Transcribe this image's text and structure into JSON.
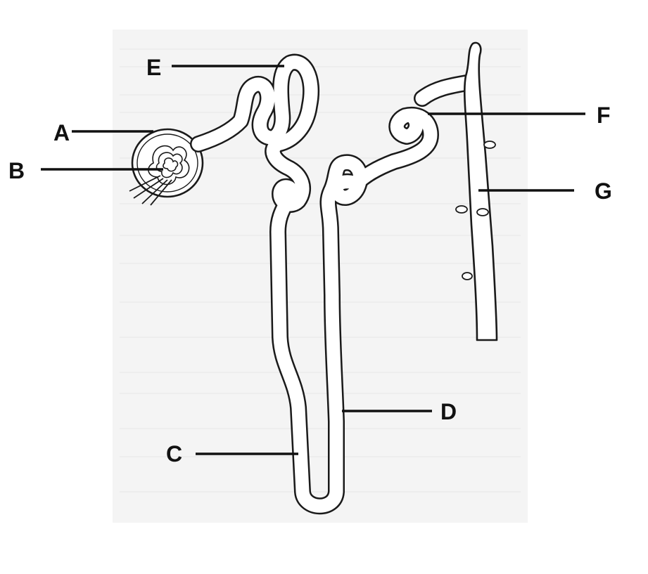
{
  "labels": {
    "a": "A",
    "b": "B",
    "c": "C",
    "d": "D",
    "e": "E",
    "f": "F",
    "g": "G"
  },
  "colors": {
    "ink": "#111111",
    "paper": "#f4f4f4",
    "background": "#ffffff"
  }
}
